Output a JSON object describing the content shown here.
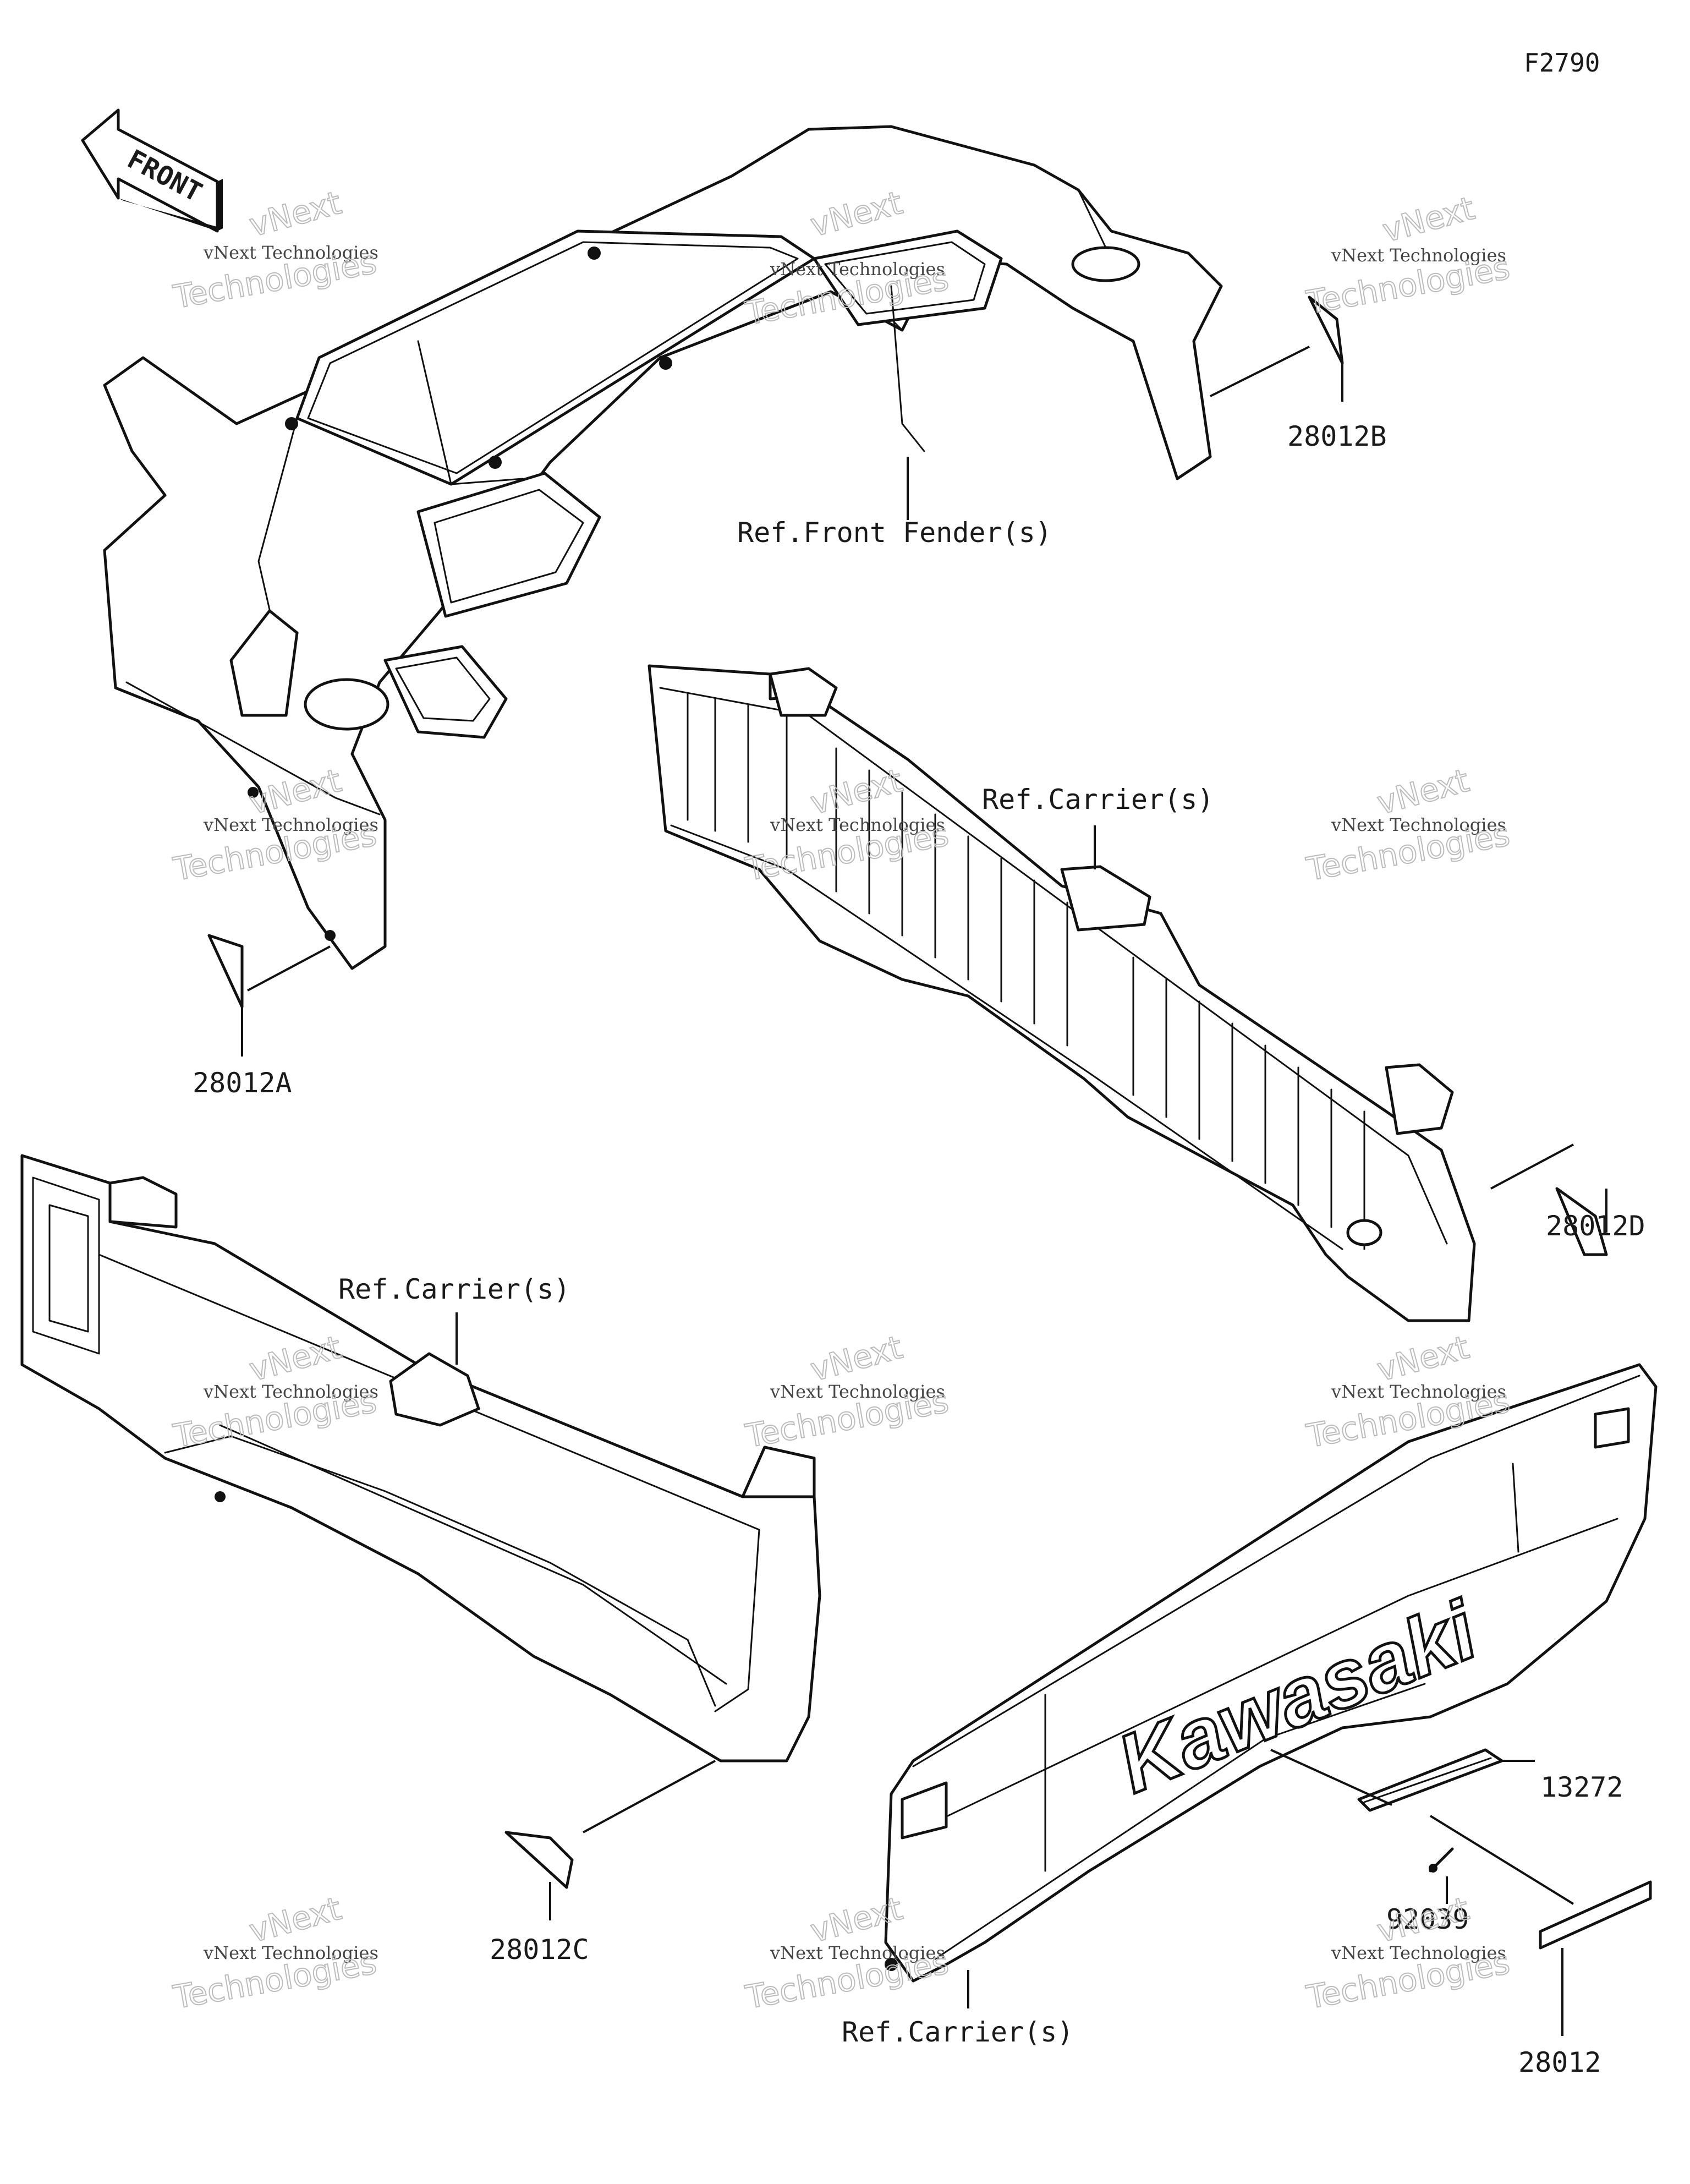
{
  "diagram_code": "F2790",
  "front_arrow_text": "FRONT",
  "logo_text": "Kawasaki",
  "watermark": {
    "line1": "vNext Technologies",
    "line2": "Technologies",
    "line3": "vNext"
  },
  "labels": {
    "ref_front_fender": "Ref.Front Fender(s)",
    "ref_carrier_1": "Ref.Carrier(s)",
    "ref_carrier_2": "Ref.Carrier(s)",
    "ref_carrier_3": "Ref.Carrier(s)",
    "p28012A": "28012A",
    "p28012B": "28012B",
    "p28012C": "28012C",
    "p28012D": "28012D",
    "p13272": "13272",
    "p92039": "92039",
    "p28012": "28012"
  }
}
